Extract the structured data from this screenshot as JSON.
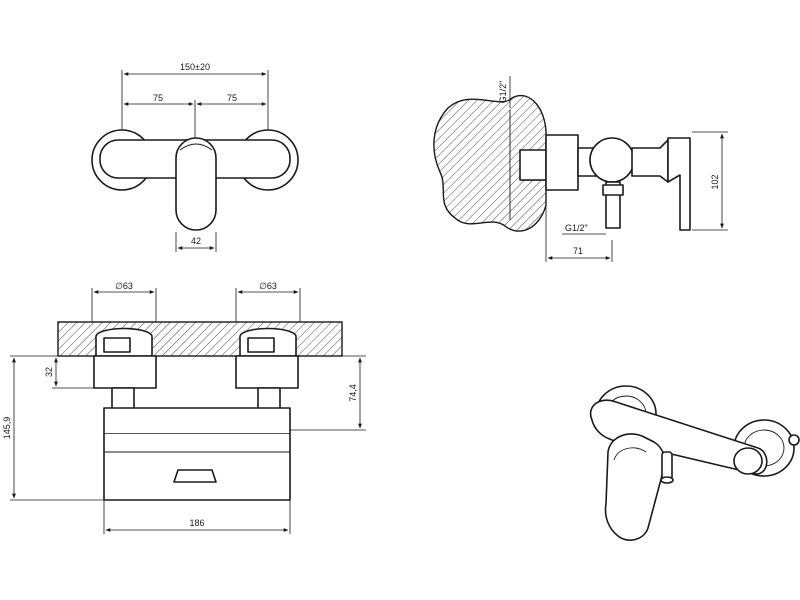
{
  "front_view": {
    "total_width": "150±20",
    "left_offset": "75",
    "right_offset": "75",
    "handle_width": "42"
  },
  "side_view": {
    "inlet_thread": "G1/2\"",
    "outlet_thread": "G1/2\"",
    "height": "102",
    "depth": "71"
  },
  "bottom_view": {
    "left_flange_dia": "∅63",
    "right_flange_dia": "∅63",
    "wall_gap": "32",
    "total_height": "145,9",
    "outlet_height": "74,4",
    "body_width": "186"
  },
  "colors": {
    "line": "#1a1a1a",
    "background": "#ffffff"
  }
}
